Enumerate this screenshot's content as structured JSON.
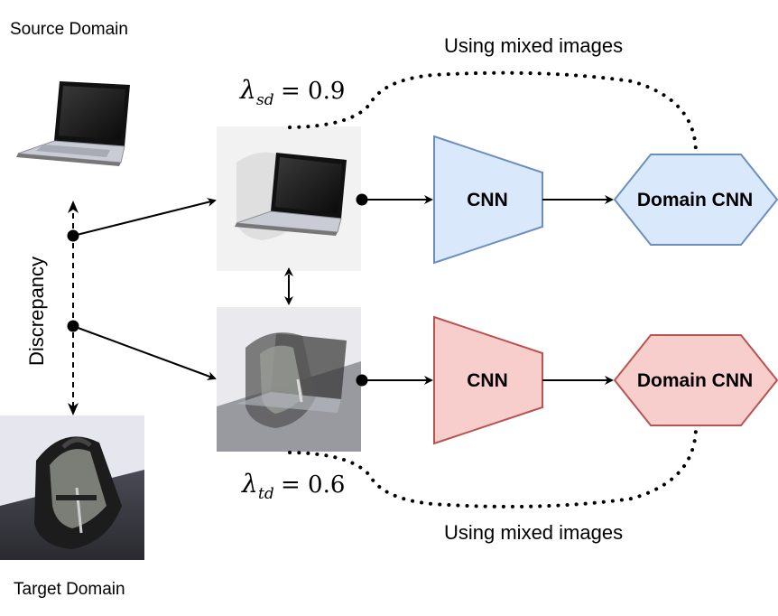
{
  "labels": {
    "source_domain": "Source Domain",
    "target_domain": "Target Domain",
    "discrepancy": "Discrepancy",
    "mixed_top": "Using mixed images",
    "mixed_bottom": "Using mixed images"
  },
  "lambda_sd": {
    "symbol": "λ",
    "sub": "sd",
    "value": "= 0.9"
  },
  "lambda_td": {
    "symbol": "λ",
    "sub": "td",
    "value": "= 0.6"
  },
  "top_branch": {
    "cnn_label": "CNN",
    "domain_label": "Domain CNN",
    "fill": "#dae8fc",
    "stroke": "#6c8ebf"
  },
  "bottom_branch": {
    "cnn_label": "CNN",
    "domain_label": "Domain CNN",
    "fill": "#f8cecc",
    "stroke": "#b85450"
  },
  "icons": {
    "source_image": "laptop-icon",
    "target_image": "backpack-icon",
    "mixed_top_image": "laptop-backpack-blend-icon",
    "mixed_bottom_image": "backpack-laptop-blend-icon"
  }
}
